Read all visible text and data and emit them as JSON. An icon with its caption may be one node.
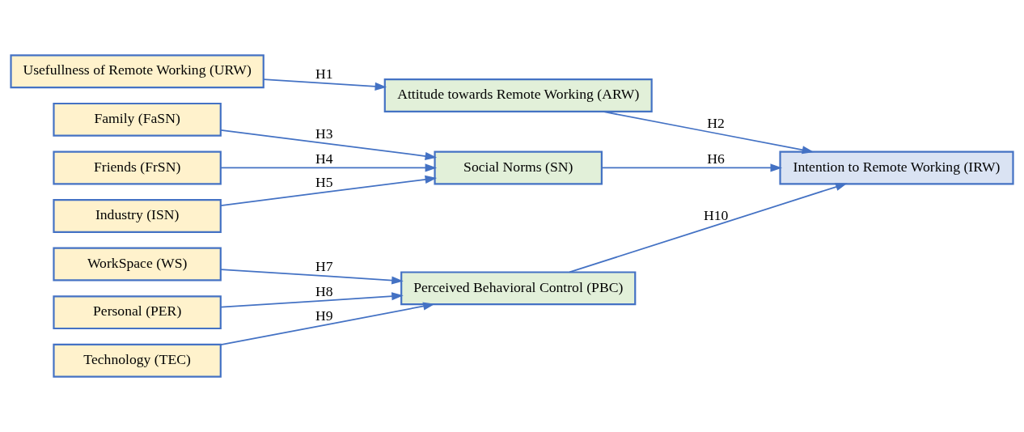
{
  "diagram": {
    "nodes": [
      {
        "text": [
          "Usefullness of Remote Working (URW)"
        ]
      },
      {
        "text": [
          "Attitude towards Remote Working (ARW)"
        ]
      },
      {
        "text": [
          "Family (FaSN)"
        ]
      },
      {
        "text": [
          "Friends (FrSN)"
        ]
      },
      {
        "text": [
          "Industry (ISN)"
        ]
      },
      {
        "text": [
          "Social Norms (SN)"
        ]
      },
      {
        "text": [
          "Intention to Remote Working (IRW)"
        ]
      },
      {
        "text": [
          "WorkSpace (WS)"
        ]
      },
      {
        "text": [
          "Personal (PER)"
        ]
      },
      {
        "text": [
          "Technology (TEC)"
        ]
      },
      {
        "text": [
          "Perceived Behavioral Control (PBC)"
        ]
      }
    ],
    "edges": [
      {
        "from": 0,
        "to": 1,
        "arrow": "to",
        "label": "H1"
      },
      {
        "from": 1,
        "to": 6,
        "arrow": "to",
        "label": "H2"
      },
      {
        "from": 2,
        "to": 5,
        "arrow": "to",
        "label": "H3"
      },
      {
        "from": 3,
        "to": 5,
        "arrow": "to",
        "label": "H4"
      },
      {
        "from": 4,
        "to": 5,
        "arrow": "to",
        "label": "H5"
      },
      {
        "from": 5,
        "to": 6,
        "arrow": "to",
        "label": "H6"
      },
      {
        "from": 7,
        "to": 10,
        "arrow": "to",
        "label": "H7"
      },
      {
        "from": 8,
        "to": 10,
        "arrow": "to",
        "label": "H8"
      },
      {
        "from": 9,
        "to": 10,
        "arrow": "to",
        "label": "H9"
      },
      {
        "from": 10,
        "to": 6,
        "arrow": "to",
        "label": "H10"
      }
    ]
  }
}
